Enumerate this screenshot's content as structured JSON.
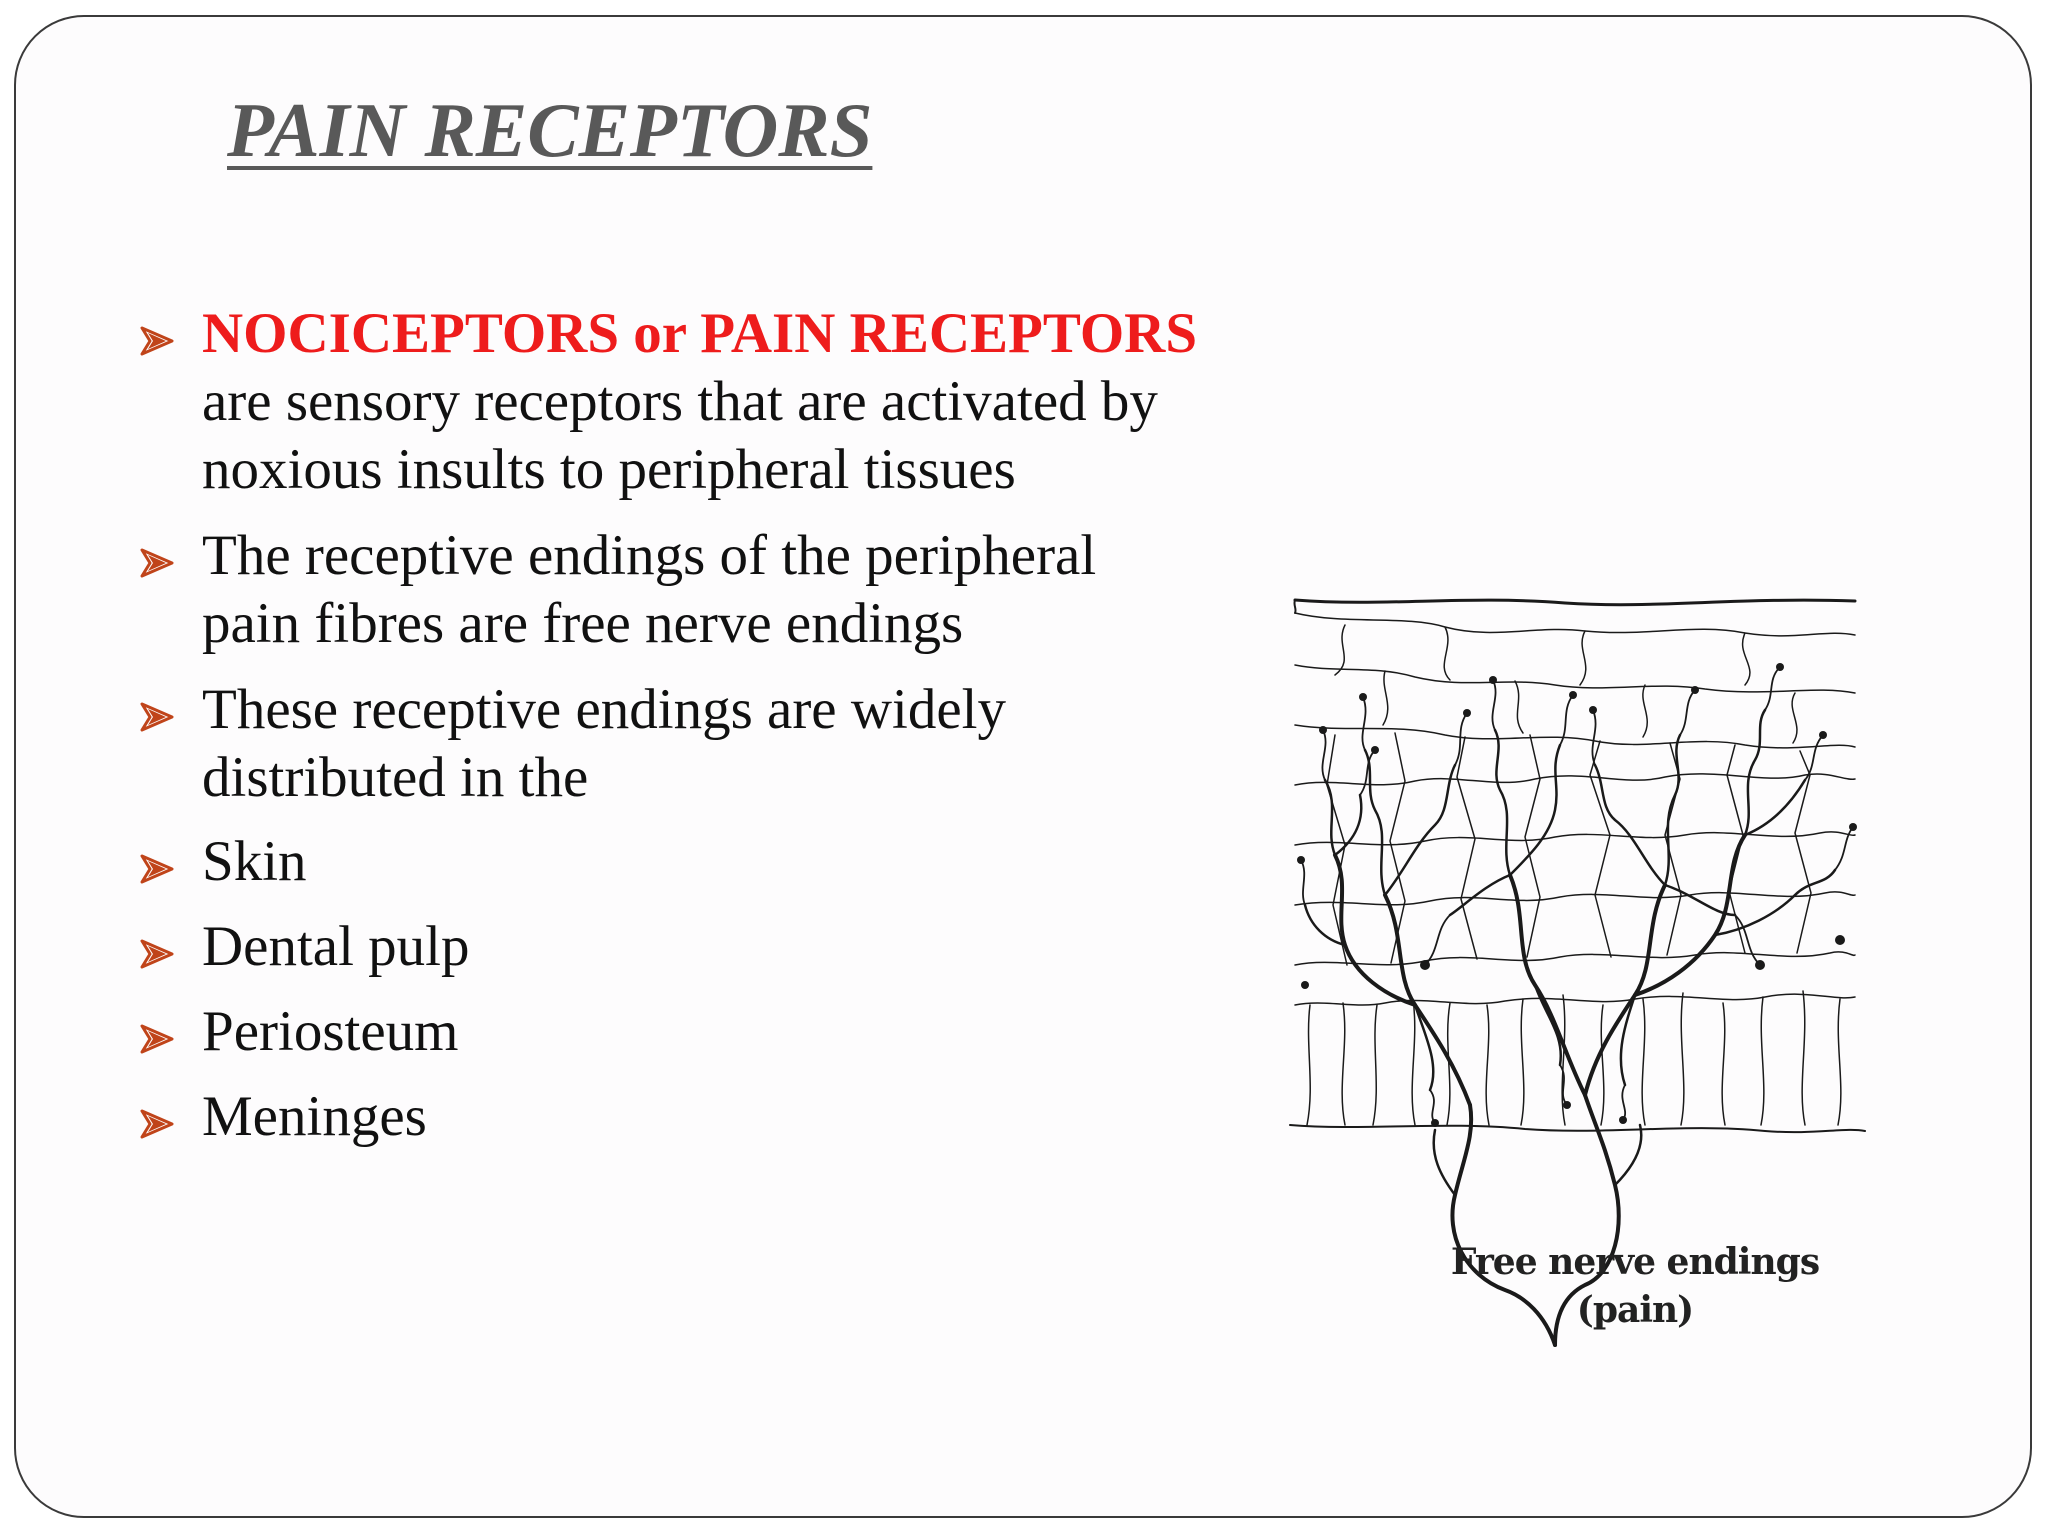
{
  "slide": {
    "title": "PAIN RECEPTORS",
    "bullets": [
      {
        "highlight": "NOCICEPTORS or PAIN RECEPTORS",
        "lines": [
          "are sensory receptors that are activated by",
          "noxious insults to peripheral tissues"
        ]
      },
      {
        "lines": [
          "The receptive endings of the peripheral",
          "pain fibres are free nerve endings"
        ]
      },
      {
        "lines": [
          " These receptive endings are widely",
          "distributed in the"
        ]
      },
      {
        "text": " Skin"
      },
      {
        "text": " Dental pulp"
      },
      {
        "text": " Periosteum"
      },
      {
        "text": " Meninges"
      }
    ]
  },
  "diagram": {
    "caption_line1": "Free nerve endings",
    "caption_line2": "(pain)"
  },
  "colors": {
    "title": "#595959",
    "highlight": "#ee1c1c",
    "bullet_marker": "#c0441a",
    "body_text": "#111111",
    "frame_border": "#3a3a3a"
  },
  "icons": {
    "bullet": "arrow-chevron-bullet-icon"
  }
}
